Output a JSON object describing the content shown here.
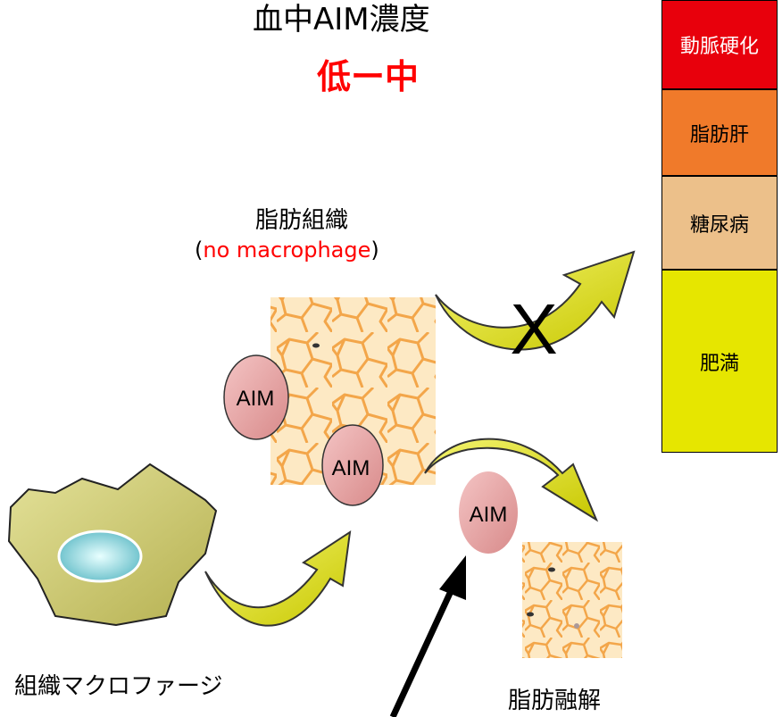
{
  "title": "血中AIM濃度",
  "subtitle": "低ー中",
  "adipose_tissue": {
    "label": "脂肪組織",
    "paren_open": "(",
    "note": "no macrophage",
    "paren_close": ")"
  },
  "macrophage_label": "組織マクロファージ",
  "lipolysis_label": "脂肪融解",
  "aim_labels": [
    "AIM",
    "AIM",
    "AIM"
  ],
  "blocked_mark": "X",
  "disease_stack": [
    {
      "label": "動脈硬化",
      "color": "#e8000c",
      "text_color": "#ffffff"
    },
    {
      "label": "脂肪肝",
      "color": "#f07a2a",
      "text_color": "#000000"
    },
    {
      "label": "糖尿病",
      "color": "#ecc08a",
      "text_color": "#000000"
    },
    {
      "label": "肥満",
      "color": "#e6e600",
      "text_color": "#000000"
    }
  ],
  "colors": {
    "arrow_fill": "#e6e61e",
    "aim_fill": "#e8a6a6",
    "cell_border": "#f0a040",
    "cell_fill": "#fde9c4",
    "macrophage_fill": "#d8d67a",
    "nucleus_fill": "#7fd6de"
  }
}
